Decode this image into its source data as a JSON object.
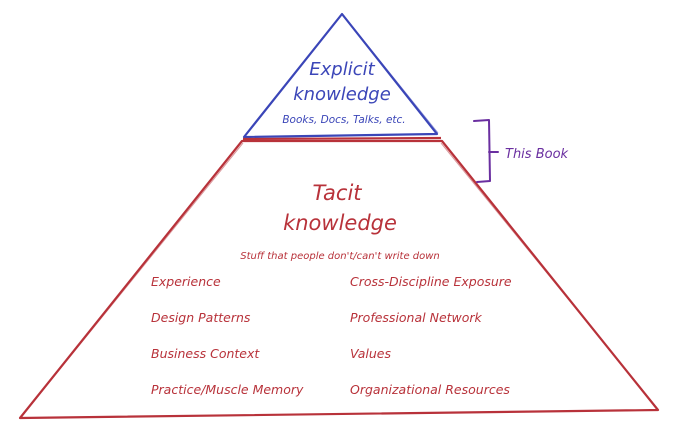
{
  "colors": {
    "explicit": "#3b46b8",
    "tacit": "#b8323a",
    "bracket": "#6a2fa0",
    "background": "#ffffff"
  },
  "explicit": {
    "title_line1": "Explicit",
    "title_line2": "knowledge",
    "subtitle": "Books, Docs, Talks, etc."
  },
  "bracket": {
    "label": "This Book"
  },
  "tacit": {
    "title_line1": "Tacit",
    "title_line2": "knowledge",
    "subtitle": "Stuff that people don't/can't write down",
    "left_items": [
      "Experience",
      "Design Patterns",
      "Business Context",
      "Practice/Muscle Memory"
    ],
    "right_items": [
      "Cross-Discipline Exposure",
      "Professional Network",
      "Values",
      "Organizational Resources"
    ]
  }
}
